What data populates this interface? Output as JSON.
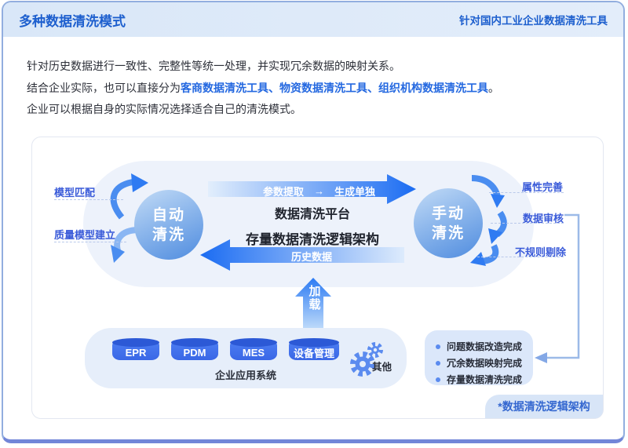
{
  "header": {
    "title": "多种数据清洗模式",
    "subtitle": "针对国内工业企业数据清洗工具"
  },
  "intro": {
    "p1": "针对历史数据进行一致性、完整性等统一处理，并实现冗余数据的映射关系。",
    "p2_prefix": "结合企业实际，也可以直接分为",
    "p2_highlight": "客商数据清洗工具、物资数据清洗工具、组织机构数据清洗工具",
    "p2_suffix": "。",
    "p3": "企业可以根据自身的实际情况选择适合自己的清洗模式。"
  },
  "diagram": {
    "auto_circle": {
      "line1": "自动",
      "line2": "清洗"
    },
    "manual_circle": {
      "line1": "手动",
      "line2": "清洗"
    },
    "left_labels": [
      "模型匹配",
      "质量模型建立"
    ],
    "right_labels": [
      "属性完善",
      "数据审核",
      "不规则剔除"
    ],
    "top_arrow": {
      "step1": "参数提取",
      "arrow": "→",
      "step2": "生成单独"
    },
    "platform": {
      "title": "数据清洗平台",
      "subtitle": "存量数据清洗逻辑架构"
    },
    "bottom_arrow_label": "历史数据",
    "load_label": {
      "line1": "加",
      "line2": "载"
    },
    "systems": {
      "cylinders": [
        "EPR",
        "PDM",
        "MES",
        "设备管理"
      ],
      "other_label": "其他",
      "caption": "企业应用系统"
    },
    "results": [
      "问题数据改造完成",
      "冗余数据映射完成",
      "存量数据清洗完成"
    ],
    "footer_tag": "*数据清洗逻辑架构"
  },
  "colors": {
    "accent": "#2f7bf2",
    "header_bg": "#dde9f8",
    "title_blue": "#1d5fce",
    "label_blue": "#3a5bd9",
    "cylinder_top": "#2c59d6",
    "cylinder_body": "#466fe6",
    "pill_bg": "#edf2fb",
    "result_box_bg": "#dbe7fa"
  }
}
